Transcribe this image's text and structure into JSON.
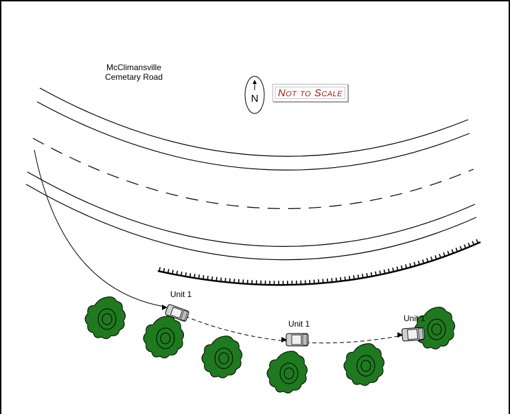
{
  "road": {
    "name_line1": "McClimansville",
    "name_line2": "Cemetary Road"
  },
  "north_arrow": {
    "letter": "N",
    "icon": "north-arrow-icon"
  },
  "scale_note": "Not to Scale",
  "units": [
    {
      "label": "Unit 1"
    },
    {
      "label": "Unit 1"
    },
    {
      "label": "Unit 1"
    }
  ],
  "colors": {
    "tree_fill": "#1f7a1f",
    "scale_text": "#a01515",
    "lines": "#000000"
  }
}
